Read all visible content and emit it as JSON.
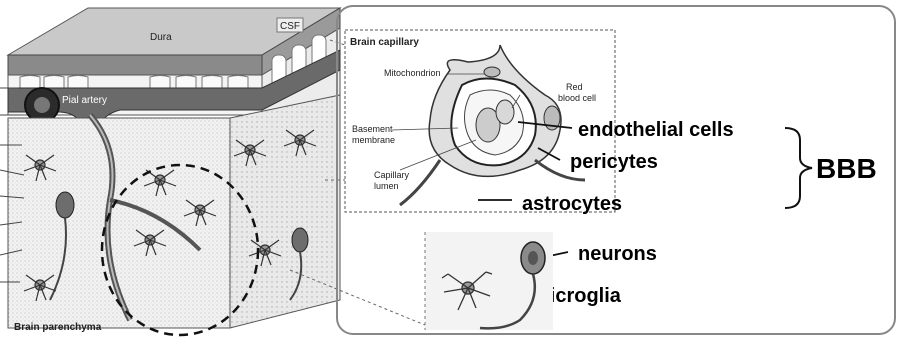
{
  "figure": {
    "left_panel": {
      "dura": "Dura",
      "csf": "CSF",
      "pial_artery": "Pial artery",
      "brain_parenchyma": "Brain parenchyma"
    },
    "inset": {
      "title": "Brain capillary",
      "mitochondrion": "Mitochondrion",
      "red_blood_cell_1": "Red",
      "red_blood_cell_2": "blood cell",
      "basement_membrane_1": "Basement",
      "basement_membrane_2": "membrane",
      "capillary_lumen_1": "Capillary",
      "capillary_lumen_2": "lumen"
    },
    "labels": {
      "endothelial": "endothelial cells",
      "pericytes": "pericytes",
      "astrocytes": "astrocytes",
      "bbb": "BBB",
      "neurons": "neurons",
      "microglia": "microglia"
    }
  }
}
